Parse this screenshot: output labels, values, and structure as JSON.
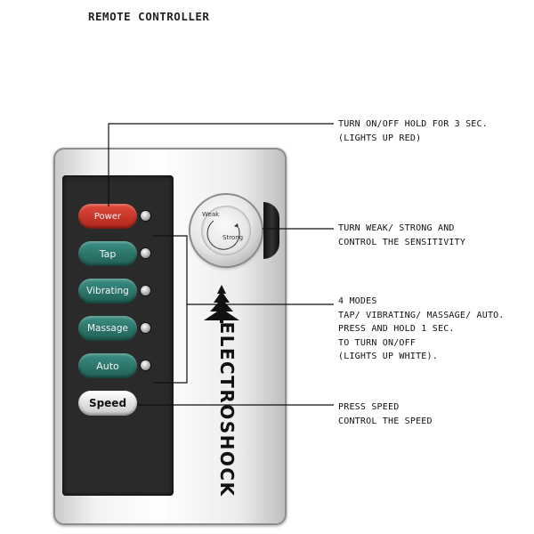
{
  "title": "REMOTE CONTROLLER",
  "remote": {
    "buttons": [
      {
        "label": "Power",
        "color": "#d23a2c"
      },
      {
        "label": "Tap",
        "color": "#2e7a70"
      },
      {
        "label": "Vibrating",
        "color": "#2e7a70"
      },
      {
        "label": "Massage",
        "color": "#2e7a70"
      },
      {
        "label": "Auto",
        "color": "#2e7a70"
      },
      {
        "label": "Speed",
        "color": "#e0e0e0"
      }
    ],
    "dial": {
      "weak_label": "Weak",
      "strong_label": "Strong"
    },
    "brand": "ELECTROSHOCK",
    "brand_icon": "tree-logo-icon"
  },
  "annotations": {
    "power": [
      "TURN ON/OFF HOLD FOR 3 SEC.",
      "(LIGHTS UP RED)"
    ],
    "dial": [
      "TURN WEAK/ STRONG AND",
      "CONTROL THE SENSITIVITY"
    ],
    "modes": [
      "4 MODES",
      "TAP/ VIBRATING/ MASSAGE/ AUTO.",
      "PRESS AND HOLD 1 SEC.",
      "TO TURN ON/OFF",
      "(LIGHTS UP WHITE)."
    ],
    "speed": [
      "PRESS SPEED",
      "CONTROL THE SPEED"
    ]
  }
}
